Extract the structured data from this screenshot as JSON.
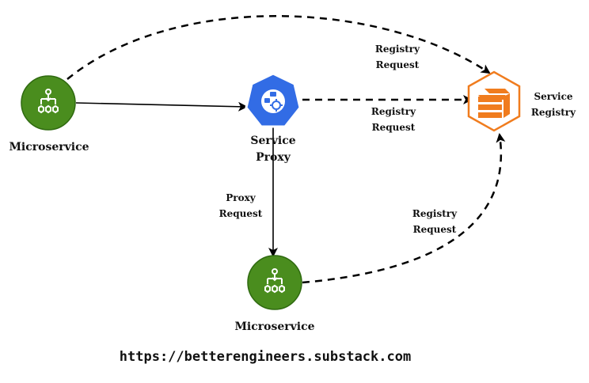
{
  "nodes": {
    "microservice_left": {
      "label": "Microservice",
      "icon": "microservice-icon"
    },
    "service_proxy": {
      "label_line1": "Service",
      "label_line2": "Proxy",
      "icon": "kubernetes-proxy-icon"
    },
    "service_registry": {
      "label_line1": "Service",
      "label_line2": "Registry",
      "icon": "registry-stack-icon"
    },
    "microservice_bottom": {
      "label": "Microservice",
      "icon": "microservice-icon"
    }
  },
  "edges": {
    "top_arc": {
      "line1": "Registry",
      "line2": "Request"
    },
    "proxy_to_registry": {
      "line1": "Registry",
      "line2": "Request"
    },
    "proxy_to_micro": {
      "line1": "Proxy",
      "line2": "Request"
    },
    "bottom_arc": {
      "line1": "Registry",
      "line2": "Request"
    }
  },
  "footer": {
    "url": "https://betterengineers.substack.com"
  },
  "colors": {
    "microservice_fill": "#4a8d1e",
    "microservice_stroke": "#2f6a10",
    "proxy_fill": "#326ce5",
    "registry_orange": "#f07c1e",
    "line": "#000000"
  }
}
